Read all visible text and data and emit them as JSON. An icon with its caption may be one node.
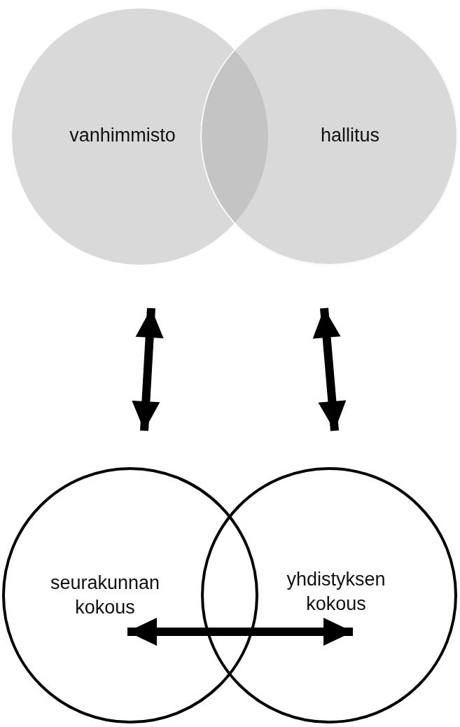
{
  "diagram": {
    "nodes": [
      {
        "text": [
          "vanhimmisto"
        ]
      },
      {
        "text": [
          "hallitus"
        ]
      },
      {
        "text": [
          "seurakunnan kokous"
        ]
      },
      {
        "text": [
          "yhdistyksen kokous"
        ]
      }
    ],
    "edges": [
      {
        "from": 0,
        "to": 2,
        "arrow": "both"
      },
      {
        "from": 1,
        "to": 3,
        "arrow": "both"
      },
      {
        "from": 2,
        "to": 3,
        "arrow": "both"
      }
    ]
  }
}
